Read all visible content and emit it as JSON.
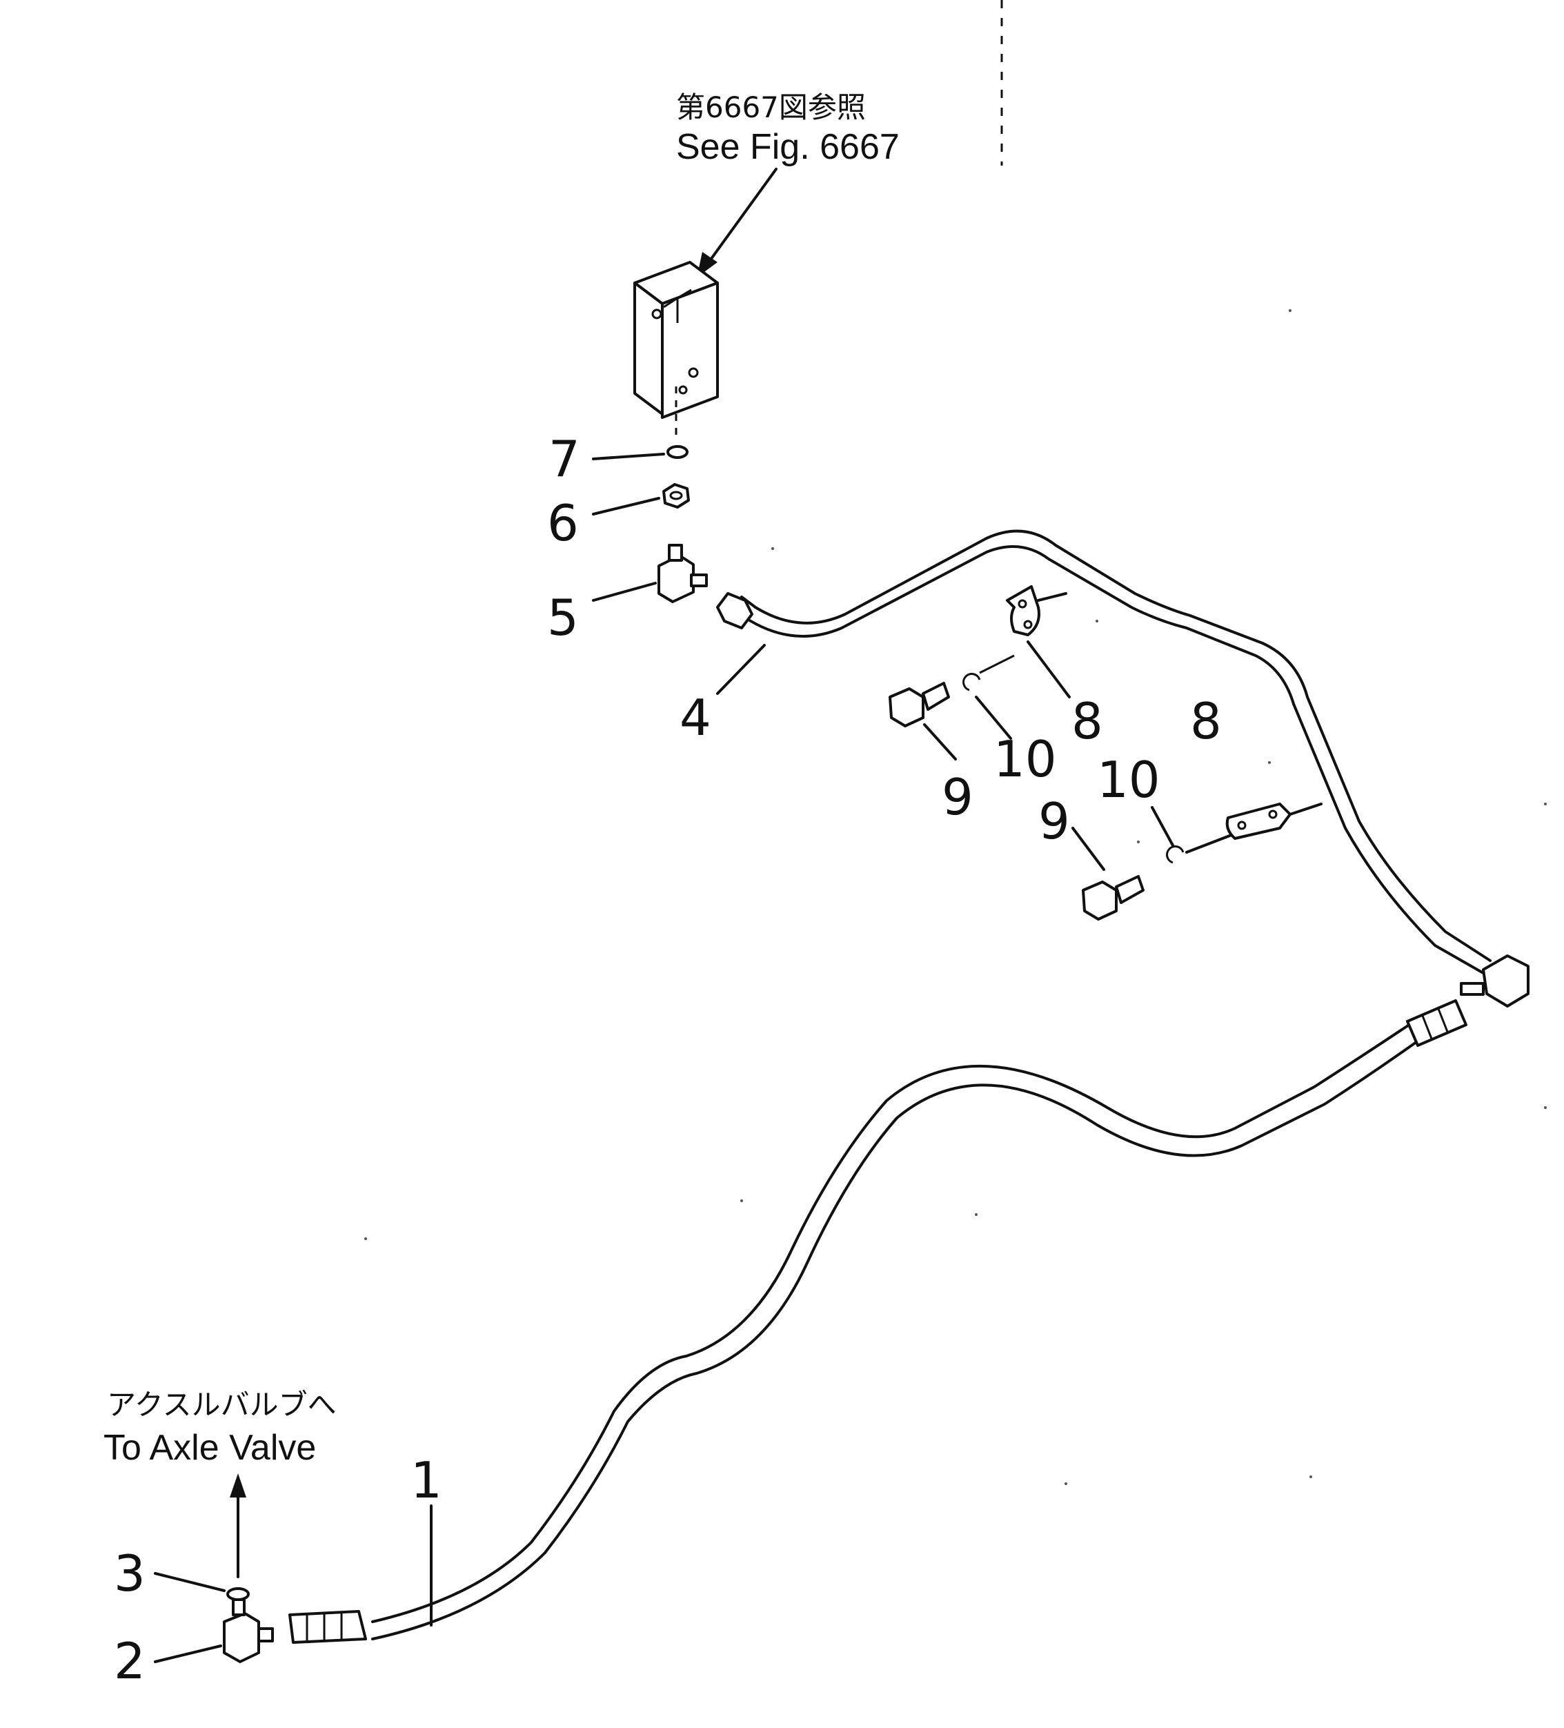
{
  "references": {
    "top_jp": "第6667図参照",
    "top_en": "See Fig. 6667",
    "bottom_jp": "アクスルバルブへ",
    "bottom_en": "To Axle Valve"
  },
  "part_labels": {
    "p1": "1",
    "p2": "2",
    "p3": "3",
    "p4": "4",
    "p5": "5",
    "p6": "6",
    "p7": "7",
    "p8a": "8",
    "p8b": "8",
    "p9a": "9",
    "p9b": "9",
    "p10a": "10",
    "p10b": "10"
  },
  "icons": {
    "valve_block": "valve-block-icon",
    "o_ring": "o-ring-icon",
    "nut": "nut-icon",
    "elbow": "elbow-fitting-icon",
    "tube": "tube-icon",
    "hose": "hose-icon",
    "clamp": "clamp-icon",
    "bolt": "bolt-icon",
    "washer": "washer-icon"
  },
  "colors": {
    "ink": "#111111",
    "paper": "#ffffff"
  }
}
